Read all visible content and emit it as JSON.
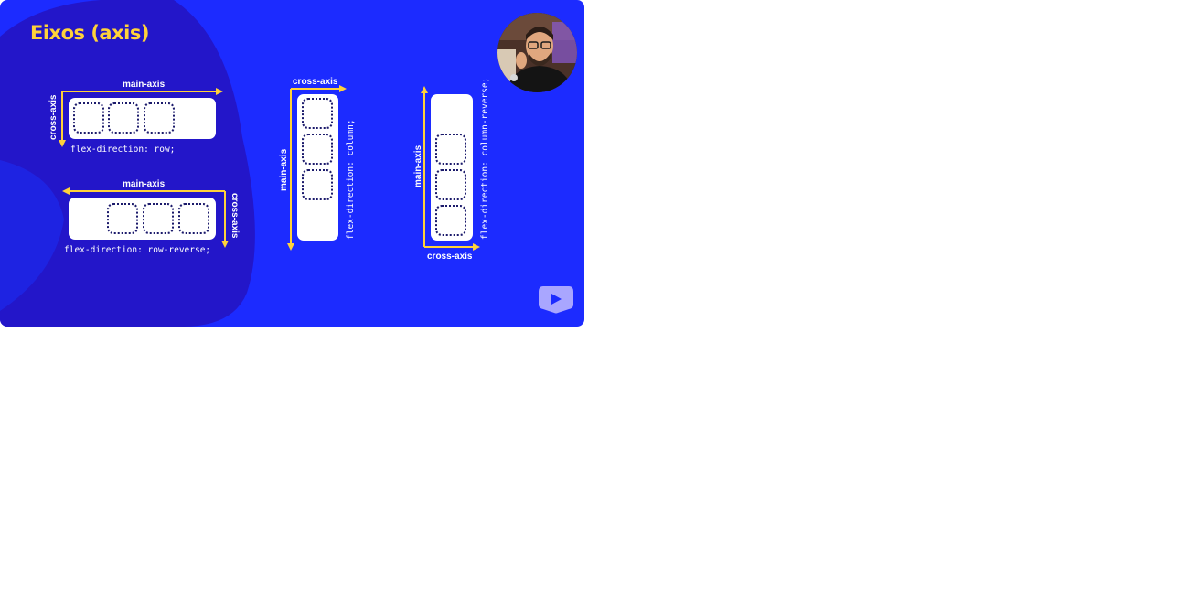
{
  "slide": {
    "title": "Eixos (axis)",
    "colors": {
      "background": "#1c2bff",
      "blob": "#2316c9",
      "accent": "#ffd23a",
      "item_border": "#1b1a6b"
    }
  },
  "diagrams": {
    "row": {
      "main_axis": "main-axis",
      "cross_axis": "cross-axis",
      "code": "flex-direction: row;"
    },
    "row_reverse": {
      "main_axis": "main-axis",
      "cross_axis": "cross-axis",
      "code": "flex-direction: row-reverse;"
    },
    "column": {
      "main_axis": "main-axis",
      "cross_axis": "cross-axis",
      "code": "flex-direction: column;"
    },
    "column_reverse": {
      "main_axis": "main-axis",
      "cross_axis": "cross-axis",
      "code": "flex-direction: column-reverse;"
    }
  },
  "presenter": {
    "icon": "presenter-avatar"
  },
  "logo": {
    "icon": "play-logo-icon"
  }
}
